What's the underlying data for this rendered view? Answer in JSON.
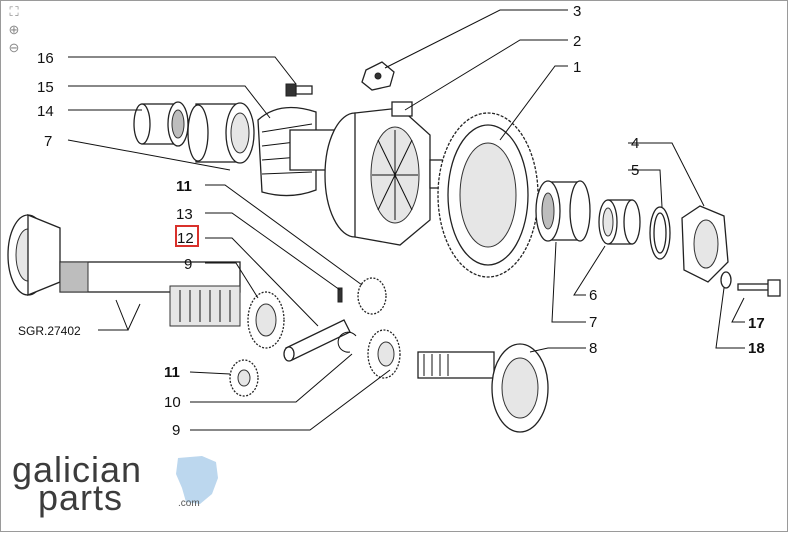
{
  "toolbar": {
    "items": [
      {
        "icon": "fullscreen-icon",
        "glyph": "⛶"
      },
      {
        "icon": "zoom-in-icon",
        "glyph": "⊕"
      },
      {
        "icon": "zoom-out-icon",
        "glyph": "⊖"
      }
    ]
  },
  "diagram": {
    "reference": "SGR.27402",
    "highlighted_callout": "12",
    "highlight_color": "#d9312b",
    "callouts": {
      "c1": "1",
      "c2": "2",
      "c3": "3",
      "c4": "4",
      "c5": "5",
      "c6": "6",
      "c7_right": "7",
      "c8": "8",
      "c9_top": "9",
      "c9_bottom": "9",
      "c10": "10",
      "c11_top": "11",
      "c11_bottom": "11",
      "c12": "12",
      "c13": "13",
      "c14": "14",
      "c15": "15",
      "c16": "16",
      "c7_left": "7",
      "c17": "17",
      "c18": "18"
    }
  },
  "logo": {
    "line1": "galician",
    "line2": "parts",
    "suffix": ".com",
    "accent_color": "#bcd7ee"
  }
}
